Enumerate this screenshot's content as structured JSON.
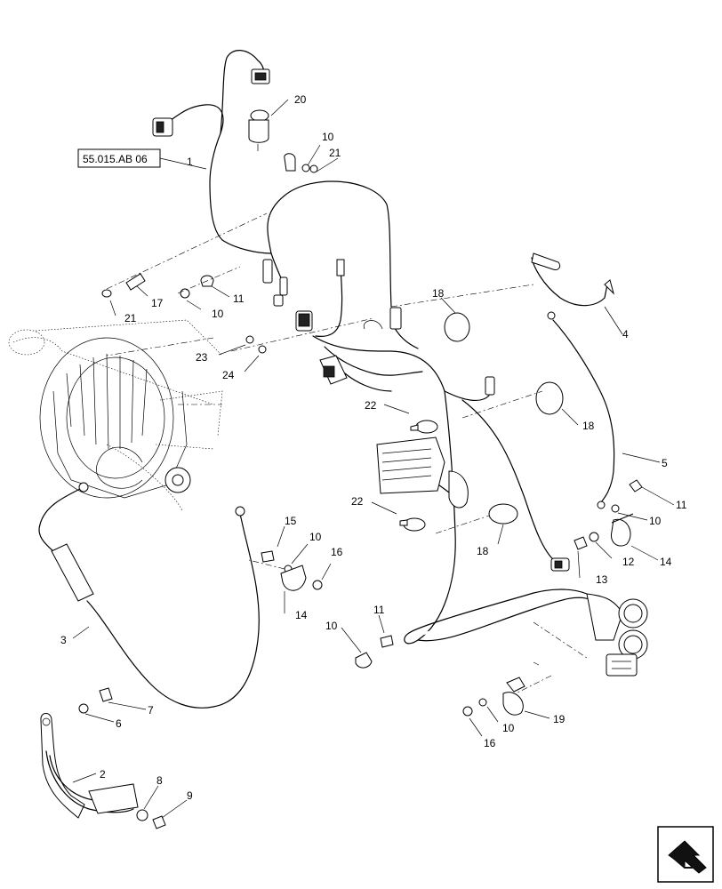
{
  "reference_label": "55.015.AB 06",
  "callouts": [
    "1",
    "2",
    "3",
    "4",
    "5",
    "6",
    "7",
    "8",
    "9",
    "10",
    "11",
    "12",
    "13",
    "14",
    "15",
    "16",
    "17",
    "18",
    "19",
    "20",
    "21",
    "22",
    "23",
    "24"
  ],
  "nav_icon": "next-page-arrow-icon"
}
